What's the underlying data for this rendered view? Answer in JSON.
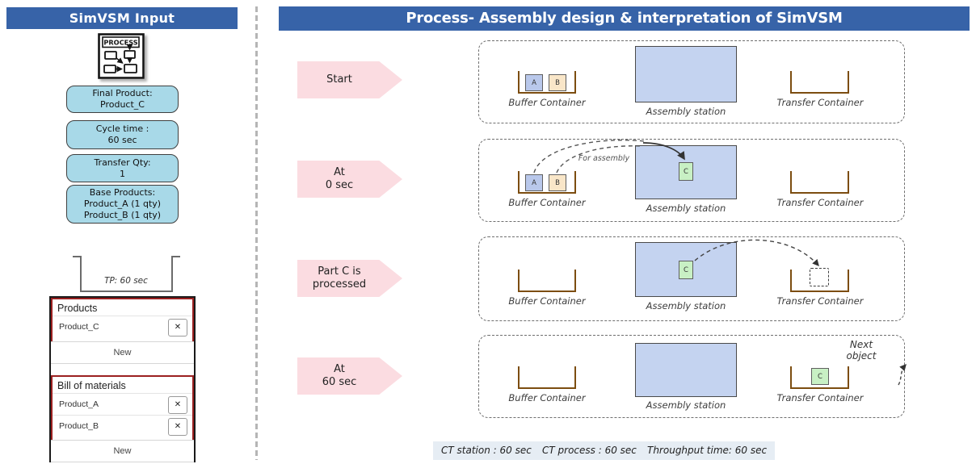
{
  "left_panel": {
    "title": "SimVSM Input",
    "process_icon_label": "PROCESS",
    "info_boxes": [
      "Final Product:\nProduct_C",
      "Cycle time :\n60 sec",
      "Transfer Qty:\n1",
      "Base Products:\nProduct_A (1 qty)\nProduct_B (1 qty)"
    ],
    "throughput_label": "TP: 60 sec",
    "products_editor": {
      "products_title": "Products",
      "product_items": [
        "Product_C"
      ],
      "new_button": "New",
      "bom_title": "Bill of materials",
      "bom_items": [
        "Product_A",
        "Product_B"
      ],
      "bom_new_button": "New",
      "remove_glyph": "✕"
    }
  },
  "right_panel": {
    "title": "Process- Assembly design & interpretation of SimVSM",
    "steps": [
      "Start",
      "At\n0 sec",
      "Part C is\nprocessed",
      "At\n60 sec"
    ],
    "labels": {
      "buffer": "Buffer Container",
      "assembly": "Assembly station",
      "transfer": "Transfer Container",
      "for_assembly": "For assembly",
      "next_object": "Next\nobject"
    },
    "parts": {
      "a": "A",
      "b": "B",
      "c": "C"
    },
    "footer": [
      "CT station : 60 sec",
      "CT process : 60 sec",
      "Throughput time: 60 sec"
    ]
  },
  "colors": {
    "header_blue": "#3763A8",
    "info_box_cyan": "#A8D9E8",
    "step_arrow_pink": "#FBDCE1",
    "part_a_blue": "#B9C8EB",
    "part_b_tan": "#F9E6C8",
    "part_c_green": "#C8F0C4",
    "assembly_station_blue": "#C4D3F0",
    "container_brown": "#7C4D10",
    "list_border_red": "#9B2020",
    "footer_bg": "#E6EDF4"
  }
}
